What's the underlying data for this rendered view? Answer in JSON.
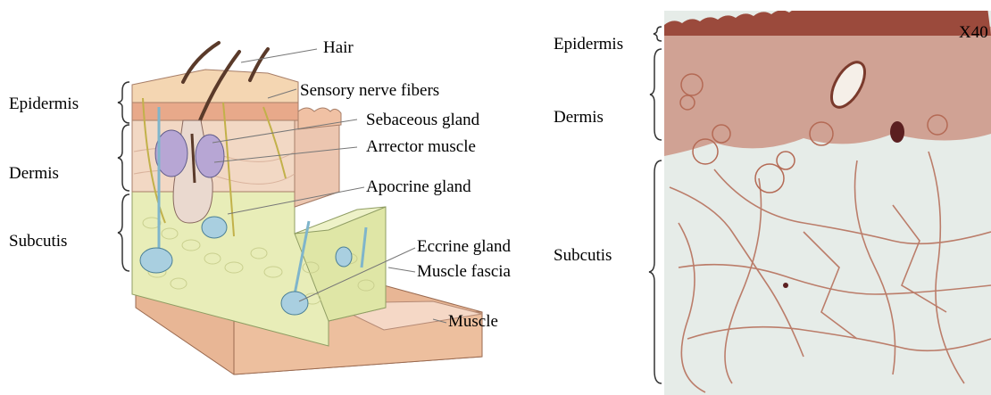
{
  "diagram": {
    "left_layer_labels": {
      "epidermis": "Epidermis",
      "dermis": "Dermis",
      "subcutis": "Subcutis"
    },
    "structure_labels": {
      "hair": "Hair",
      "sensory_nerve_fibers": "Sensory nerve fibers",
      "sebaceous_gland": "Sebaceous gland",
      "arrector_muscle": "Arrector muscle",
      "apocrine_gland": "Apocrine gland",
      "eccrine_gland": "Eccrine gland",
      "muscle_fascia": "Muscle fascia",
      "muscle": "Muscle"
    }
  },
  "micrograph": {
    "magnification": "X40",
    "layer_labels": {
      "epidermis": "Epidermis",
      "dermis": "Dermis",
      "subcutis": "Subcutis"
    }
  },
  "colors": {
    "epidermis": "#f2c9a8",
    "dermis": "#f1d4c0",
    "subcutis": "#e9eebb",
    "muscle": "#f0c6a8",
    "gland": "#a9cfe0",
    "nerve": "#c2b14a",
    "hair": "#5a3a2a",
    "stain": "#b46a55",
    "tissue_bg": "#e6ece8"
  }
}
